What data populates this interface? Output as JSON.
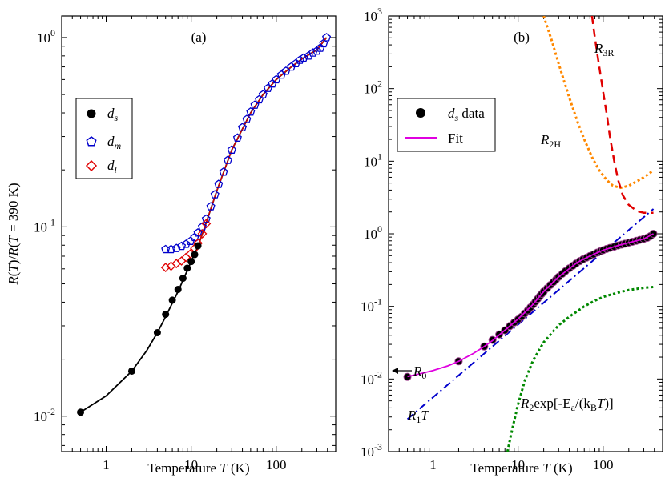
{
  "chart_data": [
    {
      "type": "scatter",
      "panel_label": "(a)",
      "xlabel": {
        "text": "Temperature ",
        "var": "T",
        "unit": " (K)"
      },
      "ylabel": {
        "p1": "R",
        "p2": "(",
        "p3": "T",
        "p4": ")/",
        "p5": "R",
        "p6": "(",
        "p7": "T",
        "p8": " = 390 K)"
      },
      "xscale": "log",
      "yscale": "log",
      "xlim": [
        0.3,
        500
      ],
      "ylim": [
        0.0065,
        1.3
      ],
      "xticks": [
        {
          "v": 1,
          "label": "1"
        },
        {
          "v": 10,
          "label": "10"
        },
        {
          "v": 100,
          "label": "100"
        }
      ],
      "yticks": [
        {
          "v": 0.01,
          "label": "10",
          "exp": "-2"
        },
        {
          "v": 0.1,
          "label": "10",
          "exp": "-1"
        },
        {
          "v": 1,
          "label": "10",
          "exp": "0"
        }
      ],
      "legend": {
        "placement": "left-middle"
      },
      "series": [
        {
          "name": "d",
          "sub": "s",
          "marker": "circle",
          "color": "#000000",
          "points": [
            [
              0.5,
              0.0105
            ],
            [
              2.0,
              0.0173
            ],
            [
              4.0,
              0.0276
            ],
            [
              5.0,
              0.0345
            ],
            [
              6.0,
              0.041
            ],
            [
              7.0,
              0.0467
            ],
            [
              8.0,
              0.0535
            ],
            [
              9.0,
              0.0605
            ],
            [
              10.0,
              0.0656
            ],
            [
              11.0,
              0.0714
            ],
            [
              12.0,
              0.0794
            ]
          ],
          "fit_curve": [
            [
              0.5,
              0.0105
            ],
            [
              1,
              0.0128
            ],
            [
              2,
              0.0173
            ],
            [
              3,
              0.0222
            ],
            [
              4,
              0.0276
            ],
            [
              5,
              0.0335
            ],
            [
              7,
              0.0455
            ],
            [
              10,
              0.0656
            ],
            [
              12,
              0.0785
            ],
            [
              15,
              0.105
            ],
            [
              20,
              0.155
            ],
            [
              30,
              0.255
            ],
            [
              50,
              0.4
            ],
            [
              70,
              0.5
            ],
            [
              100,
              0.6
            ],
            [
              150,
              0.7
            ],
            [
              200,
              0.77
            ],
            [
              250,
              0.82
            ],
            [
              300,
              0.86
            ],
            [
              390,
              1.0
            ]
          ]
        },
        {
          "name": "d",
          "sub": "m",
          "marker": "pentagon",
          "color": "#0000cc",
          "points": [
            [
              5.0,
              0.076
            ],
            [
              5.8,
              0.076
            ],
            [
              6.7,
              0.077
            ],
            [
              7.7,
              0.079
            ],
            [
              8.7,
              0.081
            ],
            [
              9.8,
              0.084
            ],
            [
              11.0,
              0.088
            ],
            [
              12.0,
              0.093
            ],
            [
              13.5,
              0.1
            ],
            [
              15,
              0.11
            ],
            [
              17,
              0.128
            ],
            [
              19,
              0.148
            ],
            [
              21,
              0.168
            ],
            [
              24,
              0.195
            ],
            [
              27,
              0.225
            ],
            [
              30,
              0.255
            ],
            [
              35,
              0.295
            ],
            [
              40,
              0.335
            ],
            [
              45,
              0.37
            ],
            [
              50,
              0.405
            ],
            [
              56,
              0.44
            ],
            [
              63,
              0.47
            ],
            [
              70,
              0.5
            ],
            [
              80,
              0.54
            ],
            [
              90,
              0.57
            ],
            [
              100,
              0.6
            ],
            [
              115,
              0.635
            ],
            [
              130,
              0.665
            ],
            [
              150,
              0.7
            ],
            [
              170,
              0.73
            ],
            [
              190,
              0.76
            ],
            [
              210,
              0.78
            ],
            [
              240,
              0.8
            ],
            [
              270,
              0.83
            ],
            [
              300,
              0.85
            ],
            [
              330,
              0.88
            ],
            [
              360,
              0.93
            ],
            [
              390,
              1.0
            ]
          ]
        },
        {
          "name": "d",
          "sub": "l",
          "marker": "diamond",
          "color": "#e00000",
          "points": [
            [
              5.0,
              0.061
            ],
            [
              5.8,
              0.062
            ],
            [
              6.7,
              0.064
            ],
            [
              7.7,
              0.066
            ],
            [
              8.7,
              0.069
            ],
            [
              9.8,
              0.072
            ],
            [
              11.0,
              0.077
            ],
            [
              12.0,
              0.082
            ],
            [
              13.5,
              0.092
            ],
            [
              15,
              0.104
            ]
          ]
        }
      ]
    },
    {
      "type": "scatter",
      "panel_label": "(b)",
      "xlabel": {
        "text": "Temperature ",
        "var": "T",
        "unit": " (K)"
      },
      "xscale": "log",
      "yscale": "log",
      "xlim": [
        0.3,
        500
      ],
      "ylim": [
        0.001,
        1000
      ],
      "xticks": [
        {
          "v": 1,
          "label": "1"
        },
        {
          "v": 10,
          "label": "10"
        },
        {
          "v": 100,
          "label": "100"
        }
      ],
      "yticks": [
        {
          "v": 0.001,
          "label": "10",
          "exp": "-3"
        },
        {
          "v": 0.01,
          "label": "10",
          "exp": "-2"
        },
        {
          "v": 0.1,
          "label": "10",
          "exp": "-1"
        },
        {
          "v": 1,
          "label": "10",
          "exp": "0"
        },
        {
          "v": 10,
          "label": "10",
          "exp": "1"
        },
        {
          "v": 100,
          "label": "10",
          "exp": "2"
        },
        {
          "v": 1000,
          "label": "10",
          "exp": "3"
        }
      ],
      "legend": {
        "placement": "top-left"
      },
      "series": [
        {
          "name": "d",
          "sub": "s",
          "suffix": " data",
          "marker": "circle",
          "color": "#000000",
          "points": [
            [
              0.5,
              0.0107
            ],
            [
              2.0,
              0.0175
            ],
            [
              4.0,
              0.028
            ],
            [
              5.0,
              0.0345
            ],
            [
              6.0,
              0.041
            ],
            [
              7.0,
              0.0467
            ],
            [
              8.0,
              0.0535
            ],
            [
              9,
              0.06
            ],
            [
              10,
              0.066
            ],
            [
              11,
              0.072
            ],
            [
              12,
              0.08
            ],
            [
              13,
              0.088
            ],
            [
              14,
              0.097
            ],
            [
              15,
              0.106
            ],
            [
              16,
              0.116
            ],
            [
              17,
              0.127
            ],
            [
              18,
              0.138
            ],
            [
              19,
              0.149
            ],
            [
              20,
              0.16
            ],
            [
              22,
              0.178
            ],
            [
              24,
              0.197
            ],
            [
              26,
              0.216
            ],
            [
              28,
              0.235
            ],
            [
              30,
              0.255
            ],
            [
              33,
              0.28
            ],
            [
              36,
              0.305
            ],
            [
              40,
              0.335
            ],
            [
              44,
              0.362
            ],
            [
              48,
              0.39
            ],
            [
              53,
              0.42
            ],
            [
              58,
              0.445
            ],
            [
              64,
              0.47
            ],
            [
              70,
              0.495
            ],
            [
              77,
              0.52
            ],
            [
              85,
              0.55
            ],
            [
              93,
              0.575
            ],
            [
              100,
              0.595
            ],
            [
              110,
              0.62
            ],
            [
              120,
              0.64
            ],
            [
              135,
              0.665
            ],
            [
              150,
              0.69
            ],
            [
              165,
              0.71
            ],
            [
              180,
              0.73
            ],
            [
              200,
              0.755
            ],
            [
              220,
              0.775
            ],
            [
              245,
              0.8
            ],
            [
              270,
              0.825
            ],
            [
              300,
              0.85
            ],
            [
              330,
              0.88
            ],
            [
              360,
              0.93
            ],
            [
              390,
              1.0
            ]
          ]
        },
        {
          "name": "Fit",
          "color": "#e000e0",
          "points": [
            [
              0.5,
              0.0108
            ],
            [
              0.7,
              0.0118
            ],
            [
              1,
              0.0131
            ],
            [
              1.5,
              0.0152
            ],
            [
              2,
              0.0175
            ],
            [
              3,
              0.0226
            ],
            [
              4,
              0.028
            ],
            [
              5,
              0.0338
            ],
            [
              7,
              0.047
            ],
            [
              10,
              0.067
            ],
            [
              15,
              0.107
            ],
            [
              20,
              0.16
            ],
            [
              30,
              0.255
            ],
            [
              50,
              0.405
            ],
            [
              70,
              0.495
            ],
            [
              100,
              0.595
            ],
            [
              150,
              0.69
            ],
            [
              200,
              0.755
            ],
            [
              300,
              0.85
            ],
            [
              390,
              1.0
            ]
          ]
        },
        {
          "name": "R",
          "sub": "1",
          "var": "T",
          "color": "#0000cc",
          "points": [
            [
              0.5,
              0.0028
            ],
            [
              390,
              2.2
            ]
          ]
        },
        {
          "name": "R",
          "sub": "0",
          "color": "#000000",
          "points": [
            [
              0.3,
              0.0078
            ]
          ]
        },
        {
          "name": "R",
          "sub": "2H",
          "color": "#ff8800",
          "points": [
            [
              20,
              1000
            ],
            [
              25,
              450
            ],
            [
              30,
              220
            ],
            [
              40,
              75
            ],
            [
              50,
              35
            ],
            [
              60,
              20
            ],
            [
              75,
              11
            ],
            [
              90,
              7.5
            ],
            [
              110,
              5.5
            ],
            [
              130,
              4.6
            ],
            [
              160,
              4.3
            ],
            [
              200,
              4.6
            ],
            [
              250,
              5.3
            ],
            [
              300,
              6.0
            ],
            [
              350,
              6.8
            ],
            [
              390,
              7.5
            ]
          ]
        },
        {
          "name": "R",
          "sub": "3R",
          "color": "#e00000",
          "points": [
            [
              74,
              1000
            ],
            [
              80,
              500
            ],
            [
              90,
              200
            ],
            [
              100,
              90
            ],
            [
              110,
              45
            ],
            [
              120,
              22
            ],
            [
              135,
              10
            ],
            [
              150,
              5.5
            ],
            [
              170,
              3.4
            ],
            [
              200,
              2.5
            ],
            [
              250,
              2.05
            ],
            [
              300,
              1.95
            ],
            [
              390,
              1.95
            ]
          ]
        },
        {
          "name": "R",
          "sub": "2",
          "formula": "exp[-E",
          "sub2": "a",
          "formula2": "/(k",
          "sub3": "B",
          "var": "T",
          "formula3": ")]",
          "color": "#008800",
          "points": [
            [
              7.5,
              0.001
            ],
            [
              8.5,
              0.002
            ],
            [
              10,
              0.0045
            ],
            [
              12,
              0.0095
            ],
            [
              15,
              0.018
            ],
            [
              20,
              0.032
            ],
            [
              30,
              0.055
            ],
            [
              40,
              0.072
            ],
            [
              60,
              0.1
            ],
            [
              80,
              0.12
            ],
            [
              100,
              0.135
            ],
            [
              150,
              0.155
            ],
            [
              200,
              0.168
            ],
            [
              300,
              0.18
            ],
            [
              390,
              0.185
            ]
          ]
        }
      ]
    }
  ]
}
